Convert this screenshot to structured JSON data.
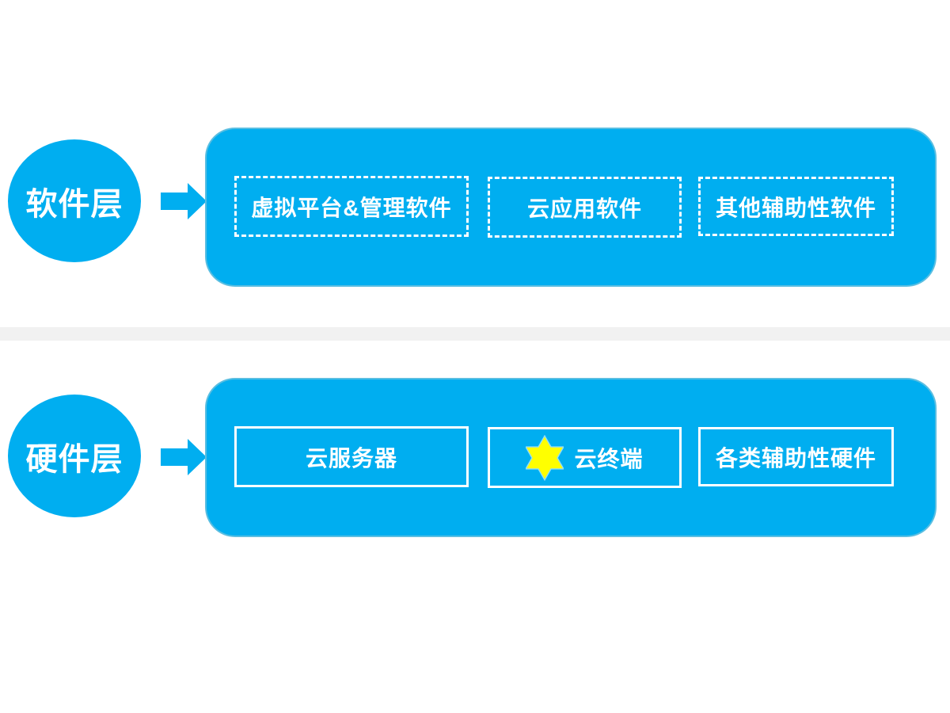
{
  "palette": {
    "shape_blue": "#00AEF0",
    "divider_gray": "#f1f1f1",
    "box_border_white": "#ffffff",
    "star_yellow": "#ffff00"
  },
  "layers": [
    {
      "id": "software",
      "label": "软件层",
      "boxes": [
        {
          "label": "虚拟平台&管理软件",
          "style": "dashed"
        },
        {
          "label": "云应用软件",
          "style": "dashed"
        },
        {
          "label": "其他辅助性软件",
          "style": "dashed"
        }
      ]
    },
    {
      "id": "hardware",
      "label": "硬件层",
      "boxes": [
        {
          "label": "云服务器",
          "style": "solid"
        },
        {
          "label": "云终端",
          "style": "solid",
          "icon": "star-icon"
        },
        {
          "label": "各类辅助性硬件",
          "style": "solid"
        }
      ]
    }
  ]
}
